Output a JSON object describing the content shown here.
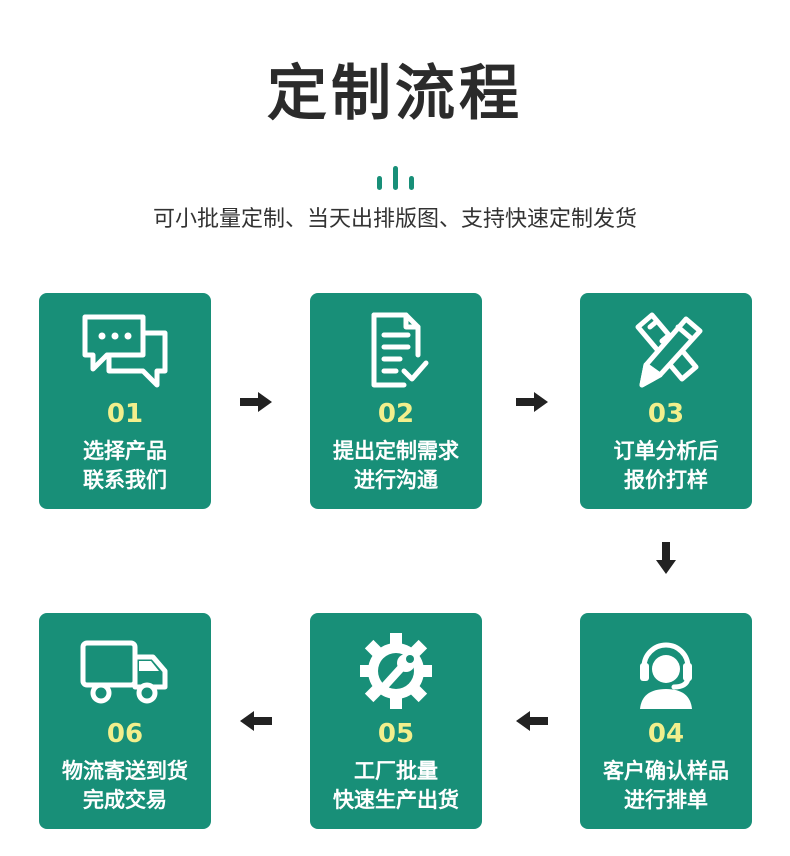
{
  "title": "定制流程",
  "subtitle": "可小批量定制、当天出排版图、支持快速定制发货",
  "colors": {
    "card": "#188f78",
    "number": "#f2ef8c",
    "arrow": "#222222"
  },
  "steps": [
    {
      "num": "01",
      "line1": "选择产品",
      "line2": "联系我们",
      "icon": "chat-bubbles-icon"
    },
    {
      "num": "02",
      "line1": "提出定制需求",
      "line2": "进行沟通",
      "icon": "document-check-icon"
    },
    {
      "num": "03",
      "line1": "订单分析后",
      "line2": "报价打样",
      "icon": "pencil-ruler-icon"
    },
    {
      "num": "04",
      "line1": "客户确认样品",
      "line2": "进行排单",
      "icon": "headset-agent-icon"
    },
    {
      "num": "05",
      "line1": "工厂批量",
      "line2": "快速生产出货",
      "icon": "gear-wrench-icon"
    },
    {
      "num": "06",
      "line1": "物流寄送到货",
      "line2": "完成交易",
      "icon": "delivery-truck-icon"
    }
  ]
}
